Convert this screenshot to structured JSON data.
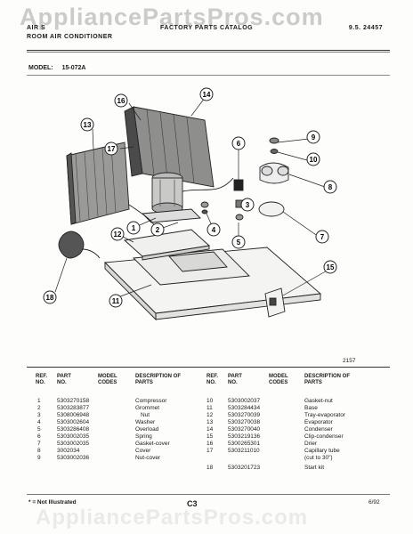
{
  "watermark": "AppliancePartsPros.com",
  "header": {
    "brand": "AIR S",
    "subtitle": "ROOM AIR CONDITIONER",
    "catalog": "FACTORY PARTS CATALOG",
    "catalog_no": "9.5. 24457"
  },
  "model": {
    "label": "MODEL:",
    "value": "15-072A"
  },
  "callouts": [
    "1",
    "2",
    "3",
    "4",
    "5",
    "6",
    "7",
    "8",
    "9",
    "10",
    "11",
    "12",
    "13",
    "14",
    "15",
    "16",
    "17",
    "18"
  ],
  "ref_number": "2157",
  "table_headers": {
    "ref": "REF. NO.",
    "part": "PART NO.",
    "model": "MODEL CODES",
    "desc": "DESCRIPTION OF PARTS"
  },
  "parts_left": [
    {
      "ref": "1",
      "part": "5303270158",
      "desc": "Compressor"
    },
    {
      "ref": "2",
      "part": "5303283877",
      "desc": "Grommet"
    },
    {
      "ref": "3",
      "part": "5308006948",
      "desc": "Nut"
    },
    {
      "ref": "4",
      "part": "5303002604",
      "desc": "Washer"
    },
    {
      "ref": "5",
      "part": "5303286408",
      "desc": "Overload"
    },
    {
      "ref": "6",
      "part": "5303002035",
      "desc": "Spring"
    },
    {
      "ref": "7",
      "part": "5303002035",
      "desc": "Gasket-cover"
    },
    {
      "ref": "8",
      "part": "3002034",
      "desc": "Cover"
    },
    {
      "ref": "9",
      "part": "5303002036",
      "desc": "Nut-cover"
    }
  ],
  "parts_right": [
    {
      "ref": "10",
      "part": "5303002037",
      "desc": "Gasket-nut"
    },
    {
      "ref": "11",
      "part": "5303284434",
      "desc": "Base"
    },
    {
      "ref": "12",
      "part": "5303270039",
      "desc": "Tray-evaporator"
    },
    {
      "ref": "13",
      "part": "5303270038",
      "desc": "Evaporator"
    },
    {
      "ref": "14",
      "part": "5303270040",
      "desc": "Condenser"
    },
    {
      "ref": "15",
      "part": "5303219136",
      "desc": "Clip-condenser"
    },
    {
      "ref": "16",
      "part": "5300265301",
      "desc": "Drier"
    },
    {
      "ref": "17",
      "part": "5303211010",
      "desc": "Capillary tube"
    },
    {
      "ref": "",
      "part": "",
      "desc": "(cut to 30\")"
    },
    {
      "ref": "18",
      "part": "5303201723",
      "desc": "Start kit"
    }
  ],
  "footer": {
    "note": "* = Not Illustrated",
    "page": "C3",
    "date": "6/92"
  }
}
